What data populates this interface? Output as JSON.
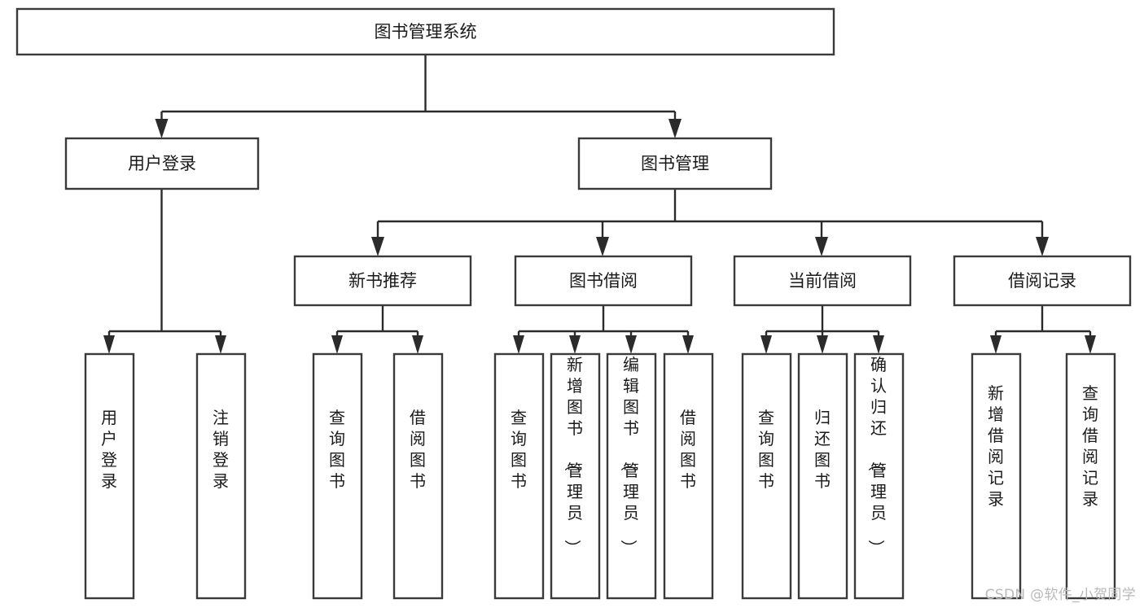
{
  "diagram": {
    "title": "图书管理系统",
    "type": "tree-hierarchy-diagram",
    "colors": {
      "box_stroke": "#3a3a3a",
      "box_fill": "#ffffff",
      "connector": "#2b2b2b",
      "label_text": "#1a1a1a",
      "background": "#ffffff",
      "watermark": "#b9b9b9"
    },
    "watermark": "CSDN @软件_小贺同学",
    "levels": [
      {
        "level": 1,
        "nodes": [
          {
            "id": "root",
            "label": "图书管理系统",
            "orientation": "horizontal"
          }
        ]
      },
      {
        "level": 2,
        "nodes": [
          {
            "id": "user-login",
            "label": "用户登录",
            "orientation": "horizontal",
            "parent": "root"
          },
          {
            "id": "book-manage",
            "label": "图书管理",
            "orientation": "horizontal",
            "parent": "root"
          }
        ]
      },
      {
        "level": 3,
        "nodes": [
          {
            "id": "new-book-recommend",
            "label": "新书推荐",
            "orientation": "horizontal",
            "parent": "book-manage"
          },
          {
            "id": "book-borrow",
            "label": "图书借阅",
            "orientation": "horizontal",
            "parent": "book-manage"
          },
          {
            "id": "current-borrow",
            "label": "当前借阅",
            "orientation": "horizontal",
            "parent": "book-manage"
          },
          {
            "id": "borrow-record",
            "label": "借阅记录",
            "orientation": "horizontal",
            "parent": "book-manage"
          }
        ]
      },
      {
        "level": 4,
        "nodes": [
          {
            "id": "leaf-user-login",
            "label": "用户登录",
            "orientation": "vertical",
            "parent": "user-login"
          },
          {
            "id": "leaf-logout-login",
            "label": "注销登录",
            "orientation": "vertical",
            "parent": "user-login"
          },
          {
            "id": "leaf-query-book-1",
            "label": "查询图书",
            "orientation": "vertical",
            "parent": "new-book-recommend"
          },
          {
            "id": "leaf-borrow-book-1",
            "label": "借阅图书",
            "orientation": "vertical",
            "parent": "new-book-recommend"
          },
          {
            "id": "leaf-query-book-2",
            "label": "查询图书",
            "orientation": "vertical",
            "parent": "book-borrow"
          },
          {
            "id": "leaf-add-book",
            "label": "新增图书（管理员）",
            "orientation": "vertical",
            "parent": "book-borrow"
          },
          {
            "id": "leaf-edit-book",
            "label": "编辑图书（管理员）",
            "orientation": "vertical",
            "parent": "book-borrow"
          },
          {
            "id": "leaf-borrow-book-2",
            "label": "借阅图书",
            "orientation": "vertical",
            "parent": "book-borrow"
          },
          {
            "id": "leaf-query-book-3",
            "label": "查询图书",
            "orientation": "vertical",
            "parent": "current-borrow"
          },
          {
            "id": "leaf-return-book",
            "label": "归还图书",
            "orientation": "vertical",
            "parent": "current-borrow"
          },
          {
            "id": "leaf-confirm-return",
            "label": "确认归还（管理员）",
            "orientation": "vertical",
            "parent": "current-borrow"
          },
          {
            "id": "leaf-add-borrow-record",
            "label": "新增借阅记录",
            "orientation": "vertical",
            "parent": "borrow-record"
          },
          {
            "id": "leaf-query-borrow-record",
            "label": "查询借阅记录",
            "orientation": "vertical",
            "parent": "borrow-record"
          }
        ]
      }
    ]
  }
}
